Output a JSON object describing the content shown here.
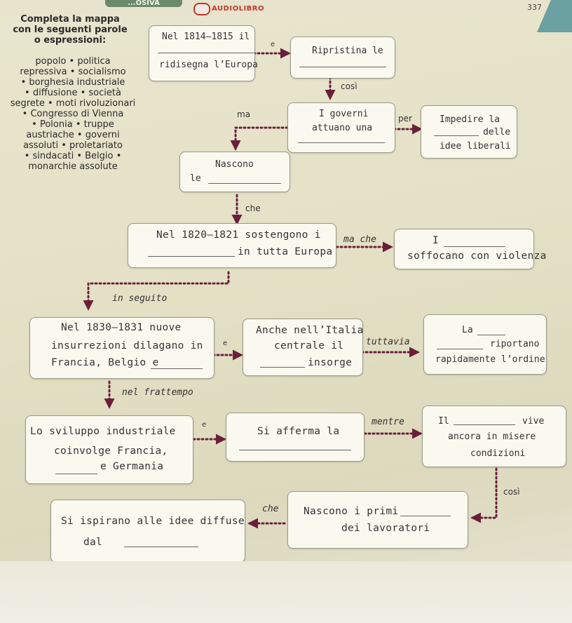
{
  "header": {
    "tab_label": "...OSIVA",
    "audiobook_label": "AUDIOLIBRO",
    "page_number": "337",
    "accent_green": "#6b8a6b",
    "accent_red": "#c0392b",
    "arrow_color": "#6b1f3a"
  },
  "instructions": {
    "line1": "Completa la mappa",
    "line2": "con le seguenti parole",
    "line3": "o espressioni:",
    "words": [
      "popolo • politica",
      "repressiva • socialismo",
      "• borghesia industriale",
      "• diffusione • società",
      "segrete • moti rivoluzionari",
      "• Congresso di Vienna",
      "• Polonia • truppe",
      "austriache • governi",
      "assoluti • proletariato",
      "• sindacati • Belgio •",
      "monarchie assolute"
    ]
  },
  "boxes": {
    "b1": {
      "l1": "Nel 1814–1815 il",
      "l2": "ridisegna l’Europa"
    },
    "b2": {
      "l1": "Ripristina le"
    },
    "b3": {
      "l1": "I governi",
      "l2": "attuano una"
    },
    "b4": {
      "l1": "Impedire la",
      "l2": "delle",
      "l3": "idee liberali"
    },
    "b5": {
      "l1": "Nascono",
      "l2": "le"
    },
    "b6": {
      "l1": "Nel 1820–1821 sostengono i",
      "l2": "in tutta Europa"
    },
    "b7": {
      "l1": "I",
      "l2": "soffocano con violenza"
    },
    "b8": {
      "l1": "Nel 1830–1831 nuove",
      "l2": "insurrezioni dilagano in",
      "l3": "Francia, Belgio e"
    },
    "b9": {
      "l1": "Anche nell’Italia",
      "l2": "centrale il",
      "l3": "insorge"
    },
    "b10": {
      "l1": "La",
      "l2": "riportano",
      "l3": "rapidamente l’ordine"
    },
    "b11": {
      "l1": "Lo sviluppo industriale",
      "l2": "coinvolge Francia,",
      "l3": "e Germania"
    },
    "b12": {
      "l1": "Si afferma la"
    },
    "b13": {
      "l1": "Il",
      "l2": "vive",
      "l3": "ancora in misere",
      "l4": "condizioni"
    },
    "b14": {
      "l1": "Nascono i primi",
      "l2": "dei lavoratori"
    },
    "b15": {
      "l1": "Si ispirano alle idee diffuse",
      "l2": "dal"
    }
  },
  "connectors": {
    "c1": "e",
    "c2": "così",
    "c3": "ma",
    "c4": "per",
    "c5": "che",
    "c6": "ma che",
    "c7": "in seguito",
    "c8": "e",
    "c9": "tuttavia",
    "c10": "nel frattempo",
    "c11": "e",
    "c12": "mentre",
    "c13": "così",
    "c14": "che"
  }
}
